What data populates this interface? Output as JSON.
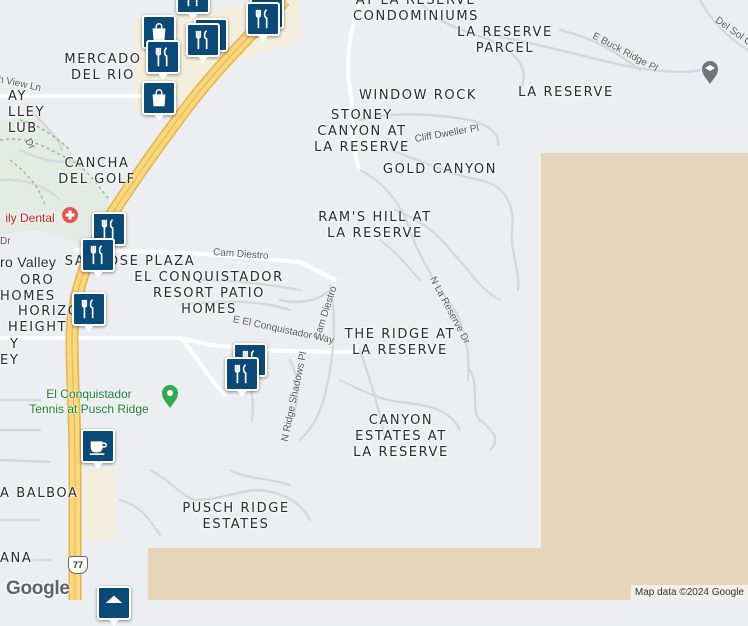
{
  "map": {
    "colors": {
      "background": "#eceef1",
      "restricted_area": "#e6d5b8",
      "highway": "#f9d77e",
      "highway_edge": "#e3b54a",
      "road": "#ffffff",
      "minor_road": "#d8dadd",
      "marker": "#0b4a76",
      "park": "#cfe8cf"
    },
    "area_labels": [
      {
        "lines": [
          "AT LA RESERVE",
          "CONDOMINIUMS"
        ]
      },
      {
        "lines": [
          "LA RESERVE",
          "PARCEL"
        ]
      },
      {
        "lines": [
          "MERCADO",
          "DEL RIO"
        ]
      },
      {
        "lines": [
          "WINDOW ROCK"
        ]
      },
      {
        "lines": [
          "LA RESERVE"
        ]
      },
      {
        "lines": [
          "STONEY",
          "CANYON AT",
          "LA RESERVE"
        ]
      },
      {
        "lines": [
          "GOLD CANYON"
        ]
      },
      {
        "lines": [
          "CANCHA",
          "DEL GOLF"
        ]
      },
      {
        "lines": [
          "RAM'S HILL AT",
          "LA RESERVE"
        ]
      },
      {
        "lines": [
          "SAN JOSE PLAZA"
        ]
      },
      {
        "lines": [
          "EL CONQUISTADOR",
          "RESORT PATIO",
          "HOMES"
        ]
      },
      {
        "lines": [
          "THE RIDGE AT",
          "LA RESERVE"
        ]
      },
      {
        "lines": [
          "CANYON",
          "ESTATES AT",
          "LA RESERVE"
        ]
      },
      {
        "lines": [
          "PUSCH RIDGE",
          "ESTATES"
        ]
      },
      {
        "lines": [
          "AY",
          "LLEY",
          "LUB"
        ]
      },
      {
        "lines": [
          "ro Valley"
        ]
      },
      {
        "lines": [
          "ORO",
          "HOMES"
        ]
      },
      {
        "lines": [
          "HORIZO",
          "HEIGHT"
        ]
      },
      {
        "lines": [
          "Y",
          "EY"
        ]
      },
      {
        "lines": [
          "A BALBOA"
        ]
      },
      {
        "lines": [
          "ANA"
        ]
      }
    ],
    "street_labels": [
      {
        "text": "E Buck Ridge Pl"
      },
      {
        "text": "Del Sol C"
      },
      {
        "text": "h View Ln"
      },
      {
        "text": "Cliff Dweller Pl"
      },
      {
        "text": "Cam Diestro"
      },
      {
        "text": "Cam Diestro"
      },
      {
        "text": "N La Reserve Dr"
      },
      {
        "text": "E El Conquistador Way"
      },
      {
        "text": "N Ridge Shadows Pl"
      },
      {
        "text": "Dr"
      },
      {
        "text": "Dr"
      }
    ],
    "pois": [
      {
        "name_lines": [
          "ily Dental"
        ],
        "color": "#c5221f",
        "icon": "hospital-icon"
      },
      {
        "name_lines": [
          "El Conquistador",
          "Tennis at Pusch Ridge"
        ],
        "color": "#188038",
        "icon": "tennis-pin-icon"
      },
      {
        "name_lines": [],
        "color": "#5f6368",
        "icon": "school-icon"
      }
    ],
    "markers": [
      {
        "icon": "restaurant-icon"
      },
      {
        "icon": "restaurant-icon"
      },
      {
        "icon": "restaurant-icon"
      },
      {
        "icon": "shopping-bag-icon"
      },
      {
        "icon": "restaurant-icon"
      },
      {
        "icon": "restaurant-icon"
      },
      {
        "icon": "restaurant-icon"
      },
      {
        "icon": "shopping-bag-icon"
      },
      {
        "icon": "restaurant-icon"
      },
      {
        "icon": "restaurant-icon"
      },
      {
        "icon": "restaurant-icon"
      },
      {
        "icon": "restaurant-icon"
      },
      {
        "icon": "restaurant-icon"
      },
      {
        "icon": "coffee-cup-icon"
      },
      {
        "icon": "home-icon"
      }
    ],
    "route_shield": "77",
    "logo": "Google",
    "attribution": "Map data ©2024 Google"
  }
}
